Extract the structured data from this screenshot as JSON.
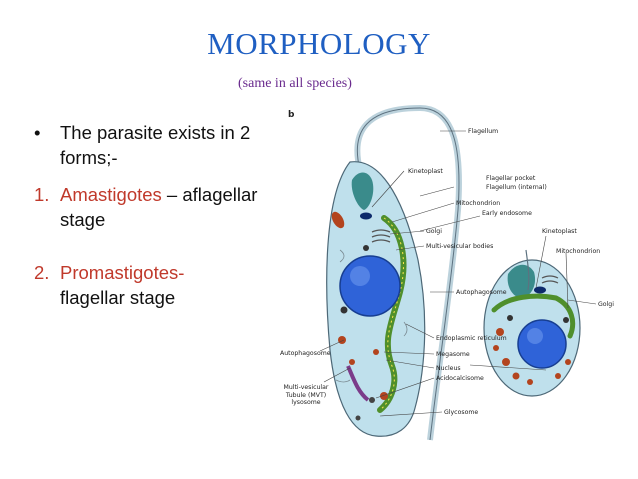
{
  "title": "MORPHOLOGY",
  "subtitle": "(same in all species)",
  "bullets": [
    {
      "marker": "•",
      "text": "The parasite exists in 2 forms;-"
    },
    {
      "marker": "1.",
      "name": "Amastigotes",
      "rest": " – aflagellar stage"
    },
    {
      "marker": "2.",
      "name": "Promastigotes-",
      "rest": "flagellar stage"
    }
  ],
  "diagram": {
    "panel_letter": "b",
    "labels": {
      "flagellum": "Flagellum",
      "kinetoplast": "Kinetoplast",
      "flagellar_pocket": "Flagellar pocket",
      "flagellum_internal": "Flagellum (internal)",
      "mitochondrion": "Mitochondrion",
      "early_endosome": "Early endosome",
      "golgi": "Golgi",
      "mvb": "Multi-vesicular bodies",
      "kinetoplast_right": "Kinetoplast",
      "mitochondrion_right": "Mitochondrion",
      "autophagosome": "Autophagosome",
      "golgi_right": "Golgi",
      "er": "Endoplasmic reticulum",
      "megasome": "Megasome",
      "nucleus": "Nucleus",
      "acidocalcisome": "Acidocalcisome",
      "autophagosome_left": "Autophagosome",
      "mvt": "Multi-vesicular Tubule (MVT) lysosome",
      "glycosome": "Glycosome"
    },
    "colors": {
      "cell_body": "#bfe0ec",
      "nucleus": "#2f63d8",
      "mitochondrion": "#4f8f2c",
      "kinetoplast": "#0d2a6b",
      "megasome": "#b3441e",
      "flagellar_pocket": "#3a8b8b"
    }
  }
}
